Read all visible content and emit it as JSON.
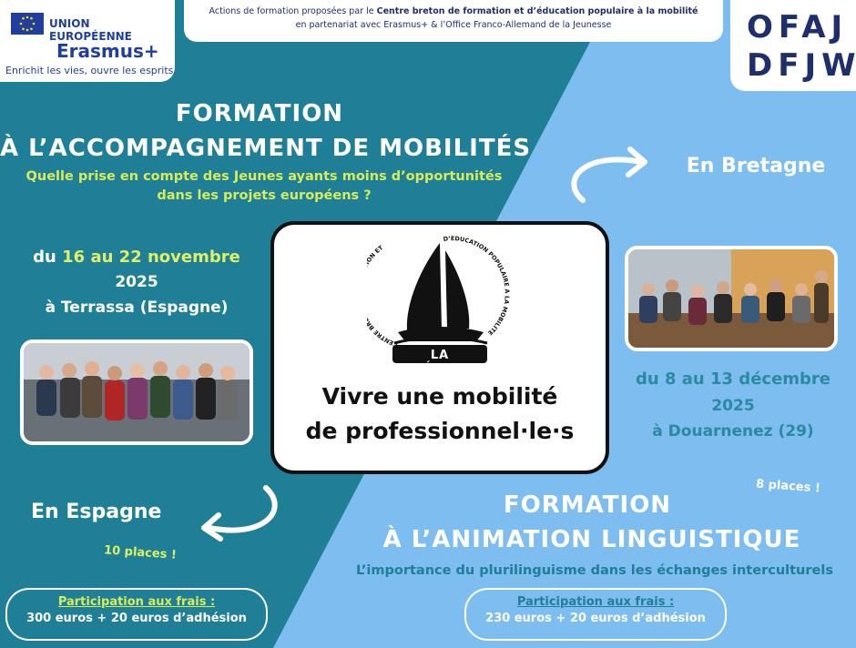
{
  "header": {
    "eu_label": "UNION EUROPÉENNE",
    "erasmus_label": "Erasmus+",
    "erasmus_tagline": "Enrichit les vies, ouvre les esprits.",
    "banner_line1_prefix": "Actions de formation proposées par  le ",
    "banner_line1_bold": "Centre breton de formation et d’éducation populaire à la mobilité",
    "banner_line2": "en partenariat avec Erasmus+ & l’Office Franco-Allemand de la Jeunesse",
    "ofaj": "OFAJ",
    "dfjw": "DFJW"
  },
  "left": {
    "title1": "FORMATION",
    "title2": "À L’ACCOMPAGNEMENT DE MOBILITÉS",
    "subtitle1": "Quelle prise en compte des Jeunes ayants moins d’opportunités",
    "subtitle2": "dans les projets européens ?",
    "date_prefix": "du ",
    "date_bold": "16 au 22 novembre",
    "year": "2025",
    "place": "à Terrassa (Espagne)",
    "region": "En Espagne",
    "places": "10 places !",
    "fee_label": "Participation aux frais :",
    "fee_value": "300 euros + 20 euros d’adhésion"
  },
  "right": {
    "region": "En Bretagne",
    "date_prefix": "du ",
    "date_bold": "8 au 13 décembre",
    "year": "2025",
    "place": "à Douarnenez (29)",
    "places": "8 places !",
    "title1": "FORMATION",
    "title2": "À L’ANIMATION LINGUISTIQUE",
    "subtitle": "L’importance du plurilinguisme dans les échanges interculturels",
    "fee_label": "Participation aux frais :",
    "fee_value": "230 euros + 20 euros d’adhésion"
  },
  "center": {
    "logo_arc_left": "CENTRE BRETON DE FORMATION ET",
    "logo_arc_right": "D’EDUCATION POPULAIRE A LA MOBILITE",
    "logo_name": "LA GOÉLETTE",
    "headline1": "Vivre une mobilité",
    "headline2": "de professionnel·le·s"
  },
  "colors": {
    "dark_teal": "#1e7f96",
    "light_blue": "#7dbdf0",
    "accent_yellow": "#d8ec5a",
    "navy": "#1f2f6e"
  }
}
